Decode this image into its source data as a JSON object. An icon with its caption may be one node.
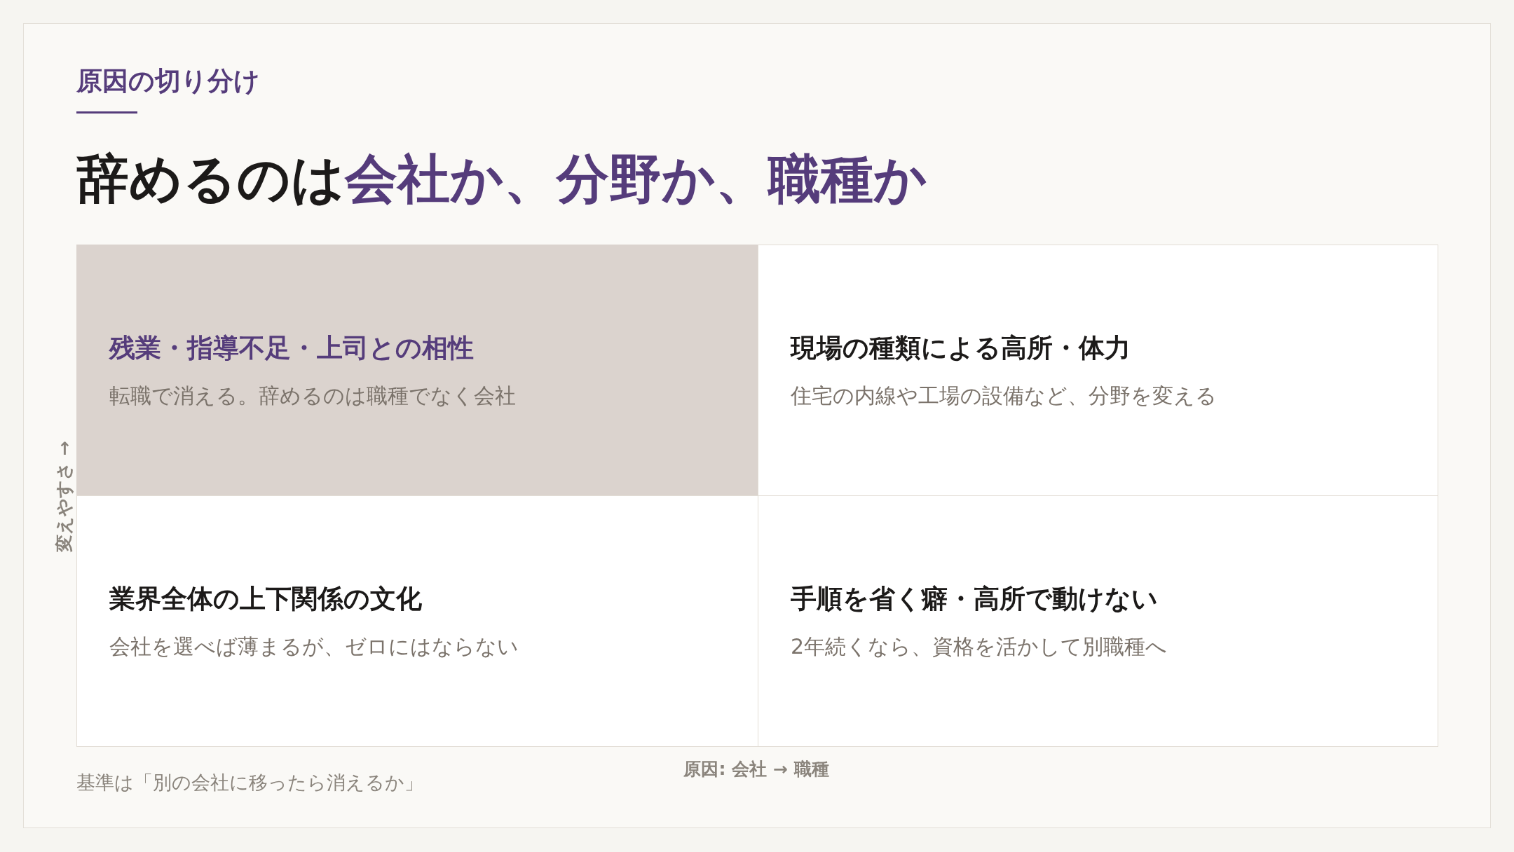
{
  "diagram": {
    "title": "辞めるのは**会社か、分野か、職種か**",
    "nodes": [
      {
        "text": [
          "残業・指導不足・上司との相性",
          "転職で消える。辞めるのは職種でなく会社"
        ]
      },
      {
        "text": [
          "現場の種類による高所・体力",
          "住宅の内線や工場の設備など、分野を変える"
        ]
      },
      {
        "text": [
          "業界全体の上下関係の文化",
          "会社を選べば薄まるが、ゼロにはならない"
        ]
      },
      {
        "text": [
          "手順を省く癖・高所で動けない",
          "2年続くなら、資格を活かして別職種へ"
        ]
      }
    ],
    "labels": [
      "原因の切り分け",
      "変えやすさ →",
      "原因: 会社 → 職種",
      "基準は「別の会社に移ったら消えるか」"
    ]
  }
}
